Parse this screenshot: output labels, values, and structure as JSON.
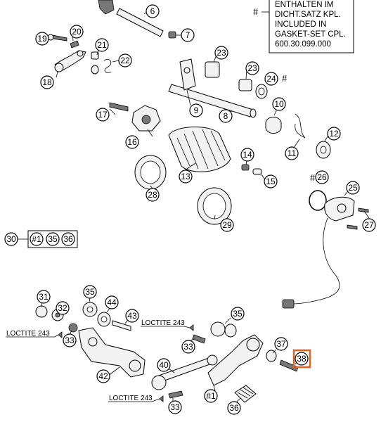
{
  "note": {
    "lines": [
      "ENTHALTEN IM",
      "DICHT.SATZ KPL.",
      "INCLUDED IN",
      "GASKET-SET CPL.",
      "600.30.099.000"
    ],
    "marker": "#"
  },
  "callouts": [
    {
      "id": "c6",
      "label": "6"
    },
    {
      "id": "c7",
      "label": "7"
    },
    {
      "id": "c19",
      "label": "19"
    },
    {
      "id": "c20",
      "label": "20"
    },
    {
      "id": "c21",
      "label": "21"
    },
    {
      "id": "c22",
      "label": "22"
    },
    {
      "id": "c18",
      "label": "18"
    },
    {
      "id": "c23a",
      "label": "23"
    },
    {
      "id": "c23b",
      "label": "23"
    },
    {
      "id": "c24",
      "label": "24"
    },
    {
      "id": "c9",
      "label": "9"
    },
    {
      "id": "c8",
      "label": "8"
    },
    {
      "id": "c10",
      "label": "10"
    },
    {
      "id": "c17",
      "label": "17"
    },
    {
      "id": "c16",
      "label": "16"
    },
    {
      "id": "c11",
      "label": "11"
    },
    {
      "id": "c12",
      "label": "12"
    },
    {
      "id": "c14",
      "label": "14"
    },
    {
      "id": "c15",
      "label": "15"
    },
    {
      "id": "c13",
      "label": "13"
    },
    {
      "id": "c26",
      "label": "26"
    },
    {
      "id": "c25",
      "label": "25"
    },
    {
      "id": "c28",
      "label": "28"
    },
    {
      "id": "c27",
      "label": "27"
    },
    {
      "id": "c29",
      "label": "29"
    },
    {
      "id": "c30",
      "label": "30"
    },
    {
      "id": "c1a",
      "label": "#1"
    },
    {
      "id": "c35a",
      "label": "35"
    },
    {
      "id": "c36a",
      "label": "36"
    },
    {
      "id": "c31",
      "label": "31"
    },
    {
      "id": "c35b",
      "label": "35"
    },
    {
      "id": "c44",
      "label": "44"
    },
    {
      "id": "c32",
      "label": "32"
    },
    {
      "id": "c43",
      "label": "43"
    },
    {
      "id": "c35c",
      "label": "35"
    },
    {
      "id": "c33a",
      "label": "33"
    },
    {
      "id": "c33b",
      "label": "33"
    },
    {
      "id": "c37",
      "label": "37"
    },
    {
      "id": "c38",
      "label": "38"
    },
    {
      "id": "c40",
      "label": "40"
    },
    {
      "id": "c42",
      "label": "42"
    },
    {
      "id": "c1b",
      "label": "#1"
    },
    {
      "id": "c33c",
      "label": "33"
    },
    {
      "id": "c36b",
      "label": "36"
    }
  ],
  "loctite": {
    "a": "LOCTITE 243",
    "b": "LOCTITE 243",
    "c": "LOCTITE 243"
  },
  "markers": {
    "m24": "#",
    "m26": "#"
  },
  "highlight": {
    "target": "38",
    "color": "#e8601c"
  }
}
